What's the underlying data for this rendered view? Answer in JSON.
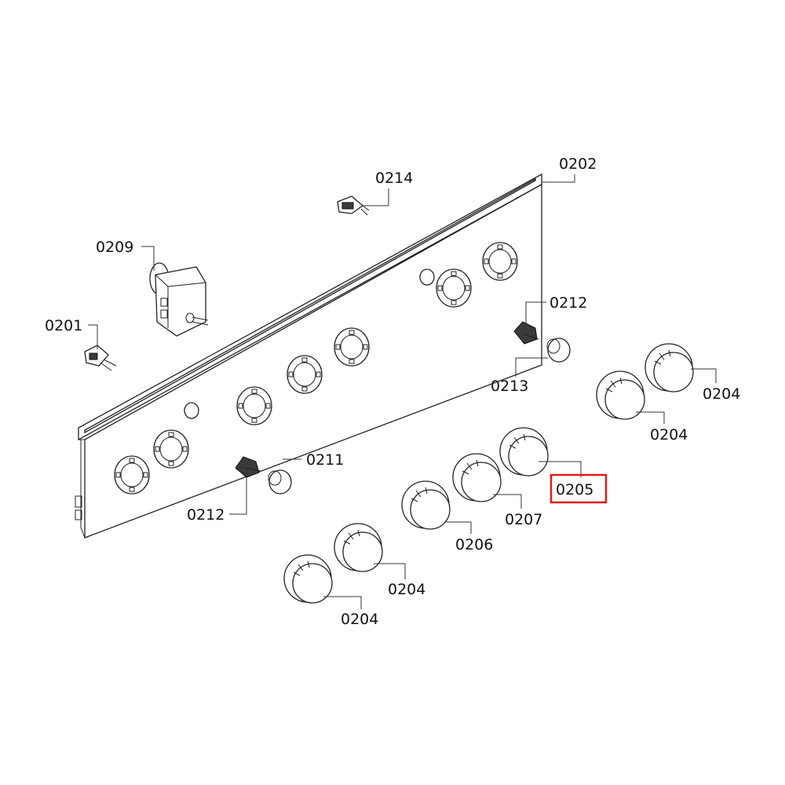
{
  "highlight_color": "#e01b1b",
  "highlighted_part": "0205",
  "labels": {
    "l0214": "0214",
    "l0202": "0202",
    "l0209": "0209",
    "l0201": "0201",
    "l0212a": "0212",
    "l0213": "0213",
    "l0204a": "0204",
    "l0204b": "0204",
    "l0211": "0211",
    "l0212b": "0212",
    "l0205": "0205",
    "l0207": "0207",
    "l0206": "0206",
    "l0204c": "0204",
    "l0204d": "0204"
  }
}
